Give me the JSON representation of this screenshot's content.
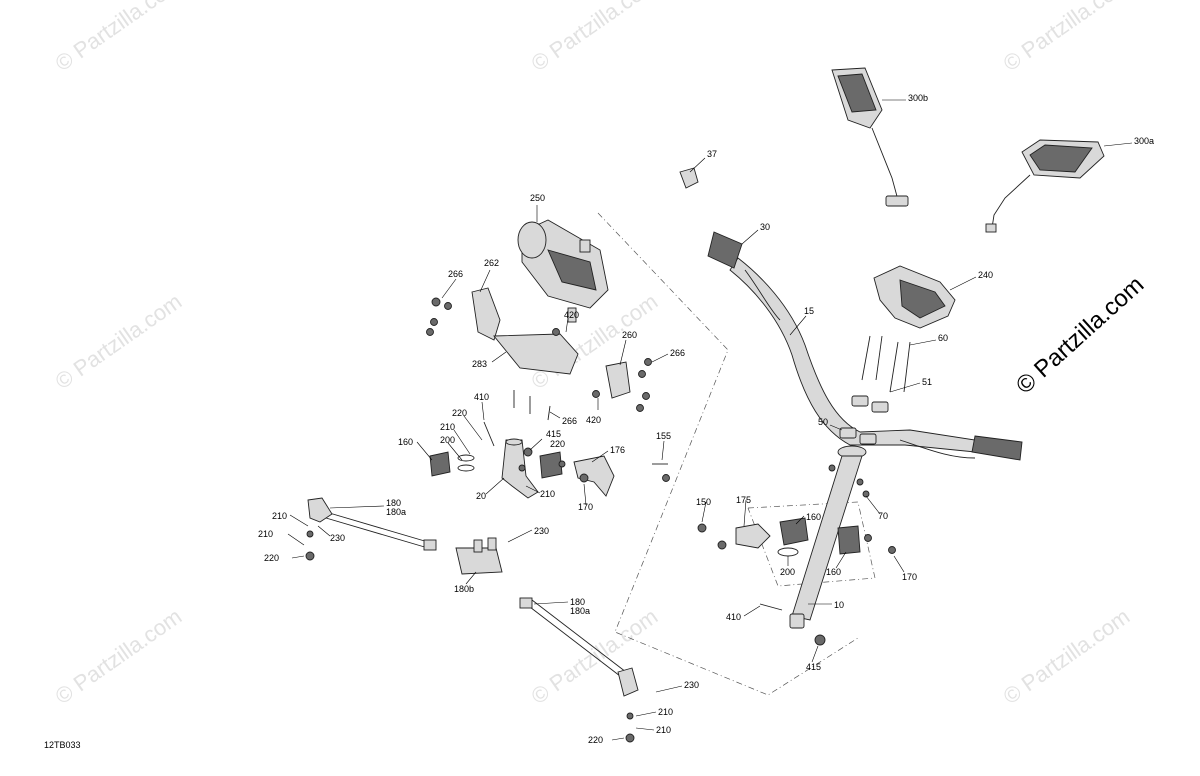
{
  "diagram_code": "12TB033",
  "watermark": {
    "small": "© Partzilla.com",
    "large": "© Partzilla.com"
  },
  "callouts": {
    "c37": "37",
    "c300b": "300b",
    "c300a": "300a",
    "c30": "30",
    "c250": "250",
    "c240": "240",
    "c266a": "266",
    "c262": "262",
    "c15": "15",
    "c420a": "420",
    "c60": "60",
    "c260": "260",
    "c266b": "266",
    "c283": "283",
    "c51": "51",
    "c410a": "410",
    "c266c": "266",
    "c420b": "420",
    "c220a": "220",
    "c50": "50",
    "c210a": "210",
    "c415a": "415",
    "c220b": "220",
    "c155": "155",
    "c160a": "160",
    "c200a": "200",
    "c176": "176",
    "c20": "20",
    "c210b": "210",
    "c170a": "170",
    "c70": "70",
    "c180a": "180",
    "c180a_sub": "180a",
    "c150": "150",
    "c175": "175",
    "c160b": "160",
    "c210c": "210",
    "c230a": "230",
    "c210d": "210",
    "c230b": "230",
    "c220c": "220",
    "c200b": "200",
    "c160c": "160",
    "c170b": "170",
    "c180b": "180b",
    "c180c": "180",
    "c180c_sub": "180a",
    "c10": "10",
    "c410b": "410",
    "c415b": "415",
    "c230c": "230",
    "c210e": "210",
    "c220d": "220",
    "c210f": "210"
  }
}
